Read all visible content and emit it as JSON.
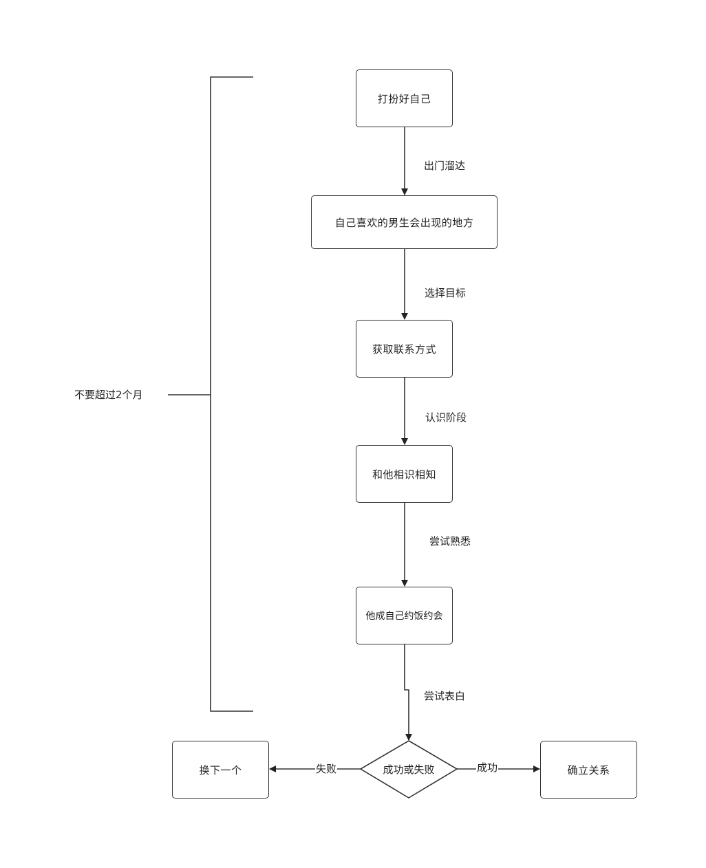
{
  "colors": {
    "line": "#333333",
    "background": "#ffffff",
    "text": "#222222"
  },
  "nodes": {
    "dress_up": "打扮好自己",
    "location": "自己喜欢的男生会出现的地方",
    "contact": "获取联系方式",
    "acquaint": "和他相识相知",
    "date": "他成自己约饭约会",
    "decision": "成功或失败",
    "next_one": "换下一个",
    "relationship": "确立关系"
  },
  "edges": {
    "go_out": "出门溜达",
    "choose_target": "选择目标",
    "meet_stage": "认识阶段",
    "get_familiar": "尝试熟悉",
    "confess": "尝试表白",
    "fail": "失败",
    "success": "成功"
  },
  "bracket": {
    "label": "不要超过2个月"
  }
}
